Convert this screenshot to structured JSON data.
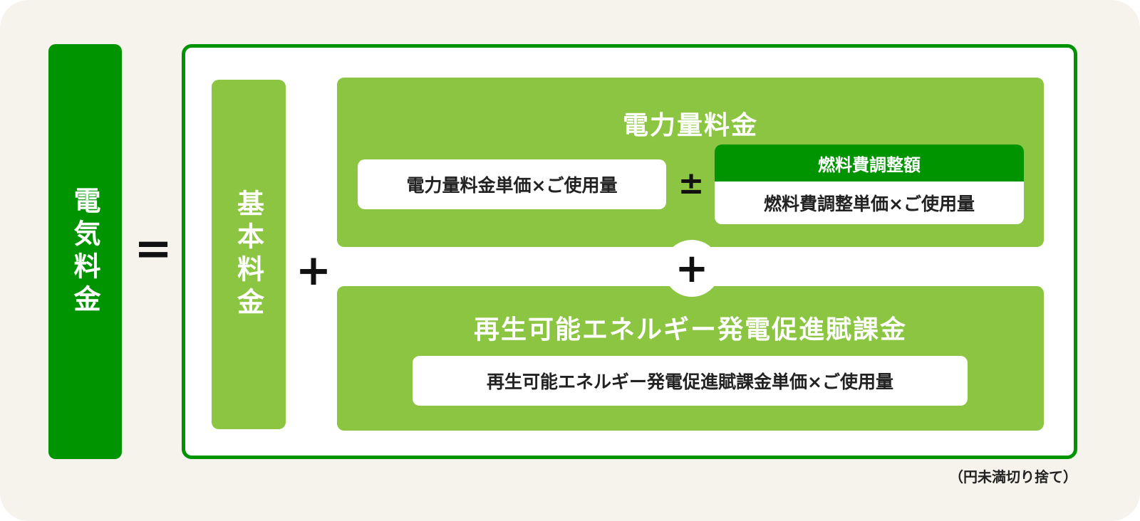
{
  "total_label": "電気料金",
  "equals": "=",
  "basic_charge": "基本料金",
  "plus": "+",
  "energy": {
    "title": "電力量料金",
    "formula": "電力量料金単価×ご使用量",
    "plusminus": "±",
    "fuel_title": "燃料費調整額",
    "fuel_formula": "燃料費調整単価×ご使用量"
  },
  "renewable": {
    "title": "再生可能エネルギー発電促進賦課金",
    "formula": "再生可能エネルギー発電促進賦課金単価×ご使用量"
  },
  "note": "（円未満切り捨て）",
  "colors": {
    "dark_green": "#009400",
    "light_green": "#8bc541",
    "background": "#f6f3ec"
  }
}
